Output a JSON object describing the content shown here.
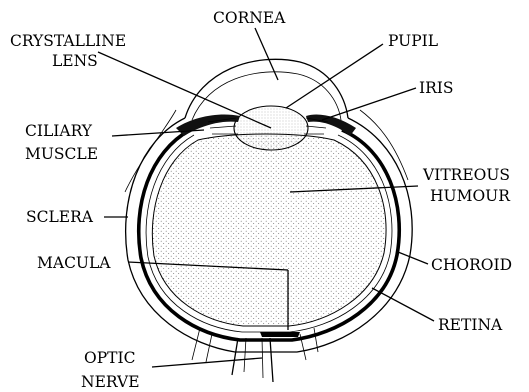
{
  "labels": {
    "cornea": "CORNEA",
    "crystalline_1": "CRYSTALLINE",
    "crystalline_2": "LENS",
    "pupil": "PUPIL",
    "iris": "IRIS",
    "ciliary_1": "CILIARY",
    "ciliary_2": "MUSCLE",
    "vitreous_1": "VITREOUS",
    "vitreous_2": "HUMOUR",
    "sclera": "SCLERA",
    "choroid": "CHOROID",
    "macula": "MACULA",
    "retina": "RETINA",
    "optic_1": "OPTIC",
    "optic_2": "NERVE"
  }
}
